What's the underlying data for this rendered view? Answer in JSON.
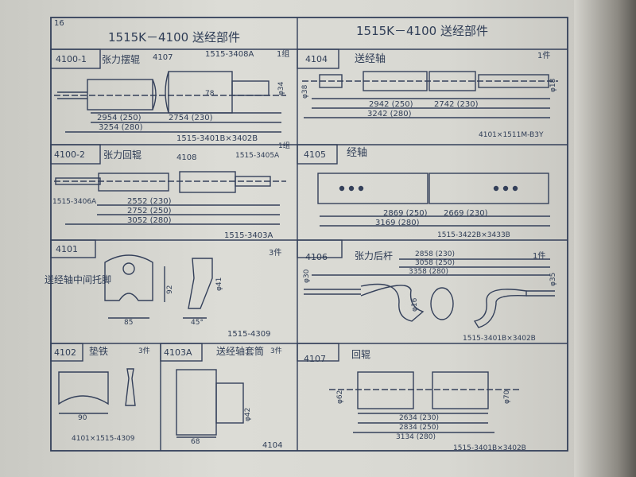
{
  "page_number": "16",
  "left_header": "1515K－4100 送经部件",
  "right_header": "1515K－4100 送经部件",
  "panels": {
    "p4100_1": {
      "code": "4100-1",
      "title": "张力摆辊",
      "sub_part": "4107",
      "ref_part": "1515-3408A",
      "qty": "1组",
      "dims": [
        "2954 (250)",
        "2754 (230)",
        "3254 (280)",
        "78",
        "φ34"
      ],
      "footer": "1515-3401B×3402B"
    },
    "p4104": {
      "code": "4104",
      "title": "送经轴",
      "qty": "1件",
      "dims": [
        "φ38",
        "2942 (250)",
        "2742 (230)",
        "3242 (280)",
        "φ18"
      ],
      "footer": "4101×1511M-B3Y"
    },
    "p4100_2": {
      "code": "4100-2",
      "title": "张力回辊",
      "sub_part": "4108",
      "ref_part": "1515-3405A",
      "ref_part2": "1515-3406A",
      "qty": "1组",
      "dims": [
        "2552 (230)",
        "2752 (250)",
        "3052 (280)"
      ],
      "footer": "1515-3403A"
    },
    "p4105": {
      "code": "4105",
      "title": "经轴",
      "dims": [
        "2869 (250)",
        "2669 (230)",
        "3169 (280)"
      ],
      "footer": "1515-3422B×3433B"
    },
    "p4101": {
      "code": "4101",
      "title": "送经轴中间托脚",
      "qty": "3件",
      "dims": [
        "85",
        "92",
        "45°",
        "φ41"
      ],
      "footer": "1515-4309"
    },
    "p4106": {
      "code": "4106",
      "title": "张力后杆",
      "qty": "1件",
      "dims": [
        "2858 (230)",
        "3058 (250)",
        "3358 (280)",
        "φ30",
        "φ16",
        "φ35"
      ],
      "footer": "1515-3401B×3402B"
    },
    "p4102": {
      "code": "4102",
      "title": "垫铁",
      "qty": "3件",
      "dims": [
        "90"
      ],
      "footer": "4101×1515-4309"
    },
    "p4103A": {
      "code": "4103A",
      "title": "送经轴套筒",
      "qty": "3件",
      "dims": [
        "φ42",
        "68"
      ],
      "footer": "4104"
    },
    "p4107": {
      "code": "4107",
      "title": "回辊",
      "dims": [
        "φ62",
        "φ70",
        "2634 (230)",
        "2834 (250)",
        "3134 (280)"
      ],
      "footer": "1515-3401B×3402B"
    }
  }
}
